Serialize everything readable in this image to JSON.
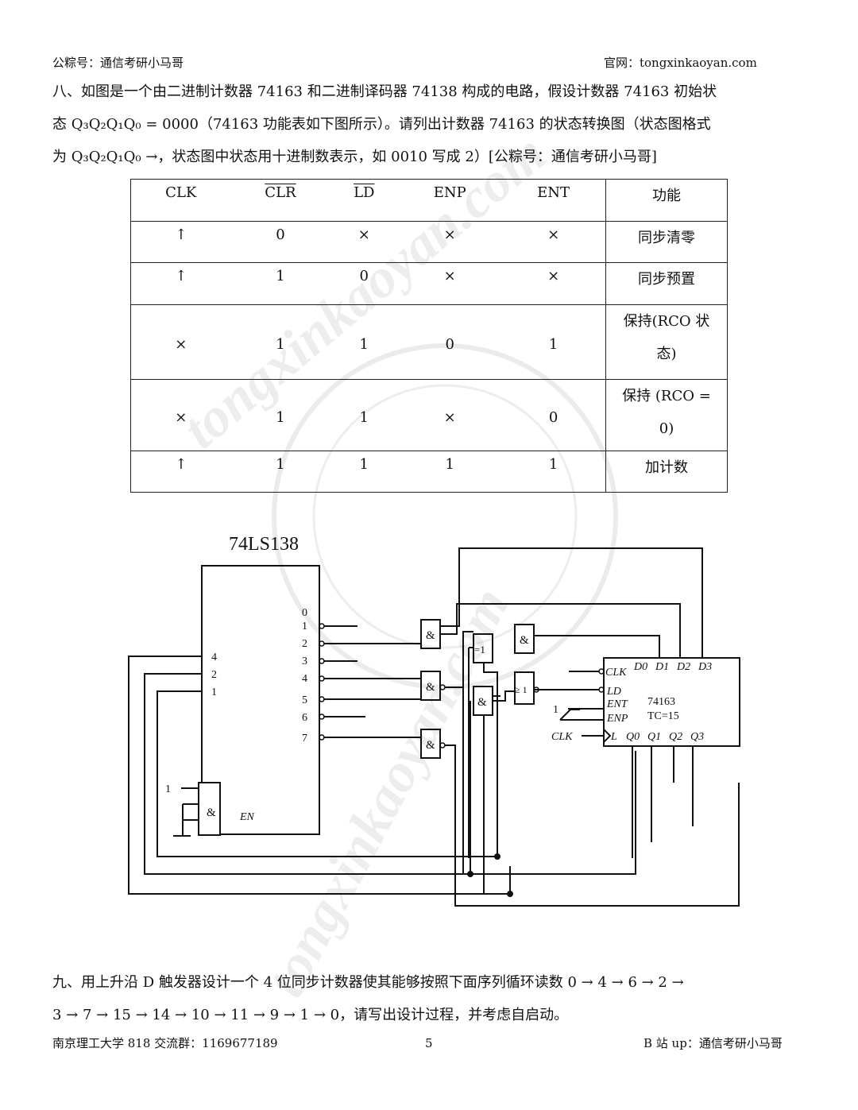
{
  "header": {
    "left": "公粽号：通信考研小马哥",
    "right": "官网：tongxinkaoyan.com"
  },
  "q8": {
    "line1": "八、如图是一个由二进制计数器 74163 和二进制译码器 74138 构成的电路，假设计数器 74163 初始状",
    "line2": "态 Q₃Q₂Q₁Q₀ = 0000（74163 功能表如下图所示）。请列出计数器 74163 的状态转换图（状态图格式",
    "line3": "为 Q₃Q₂Q₁Q₀ →，状态图中状态用十进制数表示，如 0010 写成 2）[公粽号：通信考研小马哥]"
  },
  "table": {
    "headers": [
      "CLK",
      "CLR",
      "LD",
      "ENP",
      "ENT",
      "功能"
    ],
    "rows": [
      [
        "↑",
        "0",
        "×",
        "×",
        "×",
        "同步清零"
      ],
      [
        "↑",
        "1",
        "0",
        "×",
        "×",
        "同步预置"
      ],
      [
        "×",
        "1",
        "1",
        "0",
        "1",
        "保持(RCO 状态)"
      ],
      [
        "×",
        "1",
        "1",
        "×",
        "0",
        "保持 (RCO = 0)"
      ],
      [
        "↑",
        "1",
        "1",
        "1",
        "1",
        "加计数"
      ]
    ]
  },
  "circuit": {
    "decoder_title": "74LS138",
    "decoder_outputs": [
      "0",
      "1",
      "2",
      "3",
      "4",
      "5",
      "6",
      "7"
    ],
    "decoder_inputs": [
      "4",
      "2",
      "1"
    ],
    "enable_input": "1",
    "enable_gate": "&",
    "enable_label": "EN",
    "and_gate": "&",
    "xor_gate": "=1",
    "or_gate": "≥ 1",
    "counter_name": "74163",
    "counter_tc": "TC=15",
    "counter_pins": {
      "clk": "CLK",
      "ld": "LD",
      "ent": "ENT",
      "enp": "ENP",
      "l": "L",
      "d": [
        "D0",
        "D1",
        "D2",
        "D3"
      ],
      "q": [
        "Q0",
        "Q1",
        "Q2",
        "Q3"
      ]
    },
    "ent_input": "1",
    "clk_input": "CLK"
  },
  "q9": {
    "line1": "九、用上升沿 D 触发器设计一个 4 位同步计数器使其能够按照下面序列循环读数 0 → 4 → 6 → 2 →",
    "line2": "3 → 7 → 15 → 14 → 10 → 11 → 9 → 1 → 0，请写出设计过程，并考虑自启动。"
  },
  "footer": {
    "left": "南京理工大学 818 交流群：1169677189",
    "page": "5",
    "right": "B 站 up：通信考研小马哥"
  },
  "watermark": "tongxinkaoyan.com"
}
